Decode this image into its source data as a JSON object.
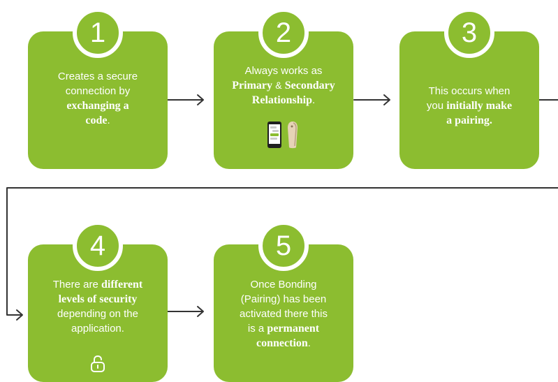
{
  "steps": [
    {
      "number": "1",
      "line1": "Creates a secure",
      "line2": "connection by",
      "line3_bold": "exchanging a",
      "line4_bold": "code",
      "line4_end": "."
    },
    {
      "number": "2",
      "line1": "Always works as",
      "line2_bold_a": "Primary",
      "line2_amp": "&",
      "line2_bold_b": "Secondary",
      "line3_bold": "Relationship",
      "line3_end": ".",
      "icons": [
        "smartphone-icon",
        "hearing-aid-icon"
      ]
    },
    {
      "number": "3",
      "line1": "This occurs when",
      "line2_start": "you",
      "line2_bold": "initially make",
      "line3_bold": "a pairing."
    },
    {
      "number": "4",
      "line1_start": "There are",
      "line1_bold": "different",
      "line2_bold": "levels of security",
      "line3": "depending on the",
      "line4": "application.",
      "icons": [
        "padlock-icon"
      ]
    },
    {
      "number": "5",
      "line1": "Once Bonding",
      "line2": "(Pairing) has been",
      "line3": "activated there this",
      "line4_start": "is a",
      "line4_bold": "permanent",
      "line5_bold": "connection",
      "line5_end": "."
    }
  ],
  "colors": {
    "card": "#8cbd30",
    "arrow": "#333333",
    "text": "#ffffff"
  }
}
